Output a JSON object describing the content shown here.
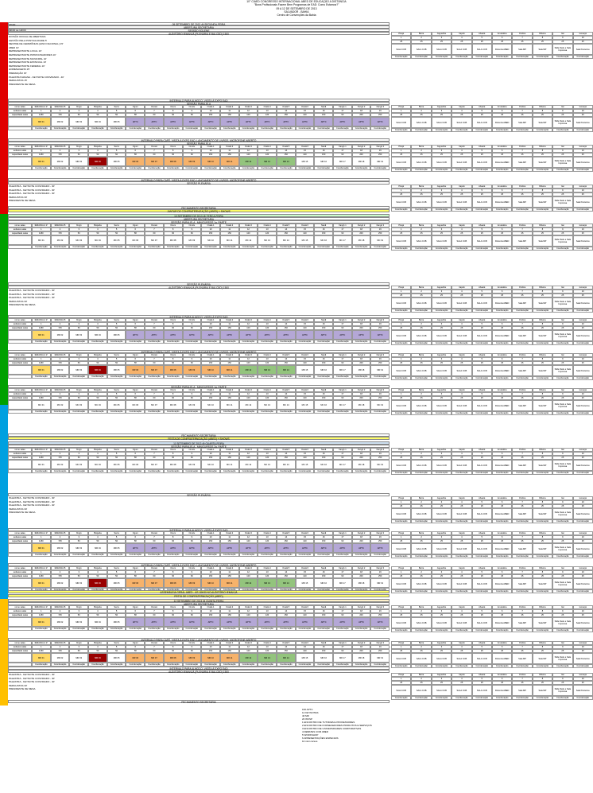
{
  "header": {
    "line1": "10° CIAED CONGRESSO INTERNACIONAL ABED DE EDUCAÇÃO A DISTÂNCIA",
    "line2": "\"Bons Profissionais Fazem Bem Programas de EAD: Como Estamos?\"",
    "line3": "09 A 12 DE SETEMBRO DE 2013",
    "line4": "SALVADOR - BAHIA",
    "line5": "Centro de Convenções da Bahia",
    "line6": "09 SETEMBRO DE 2013 @ SEGUNDA-FEIRA"
  },
  "day1": {
    "time_open": "07h00",
    "time_session": "09h00 às 12h00",
    "abertura": "ABERTURA SECRETARIA",
    "sessao_solene": "SESSÃO SOLENE",
    "aud1": "AUDITÓRIO IEMANJÁ (PLENÁRIA E BALCÃO) 1500",
    "plenary_lines": [
      "DIVISÃO OFICIAL DE ABERTURA",
      "GESTÃO PELA PONTUALIDADE 5'",
      "MESTRE DE CERIMÔNIAS (HINO NACIONAL) 15'",
      "ABED 10'",
      "REPRESENTANTE LOCAL 10'",
      "REPRESENTANTE PATROCINADORES 10'",
      "REPRESENTANTE MUNICIPAL 10'",
      "REPRESENTANTE ESTADUAL 10'",
      "REPRESENTANTE FEDERAL 10'",
      "HOMENAGENS 15'",
      "PREMIAÇÃO 15'",
      "PALESTRA MAGNA - KEYNOTE CONVIDADO - 40'",
      "PERGUNTAS 15'",
      "PRESIDENTE DE MESA"
    ],
    "interval1": "INTERVALO PARA ALMOÇO, VISITA À EXPO EAD",
    "sessao_paralela": "SESSÃO PARALELA",
    "interval2": "INTERVALO PARA CAFÉ, VISITA À EXPO EAD, LANÇAMENTO DE LIVROS, MICROFONE ABERTO",
    "plenaria2": "SESSÃO PLENÁRIA",
    "palestra": "PALESTRA - KEYNOTE CONVIDADO - 30'",
    "perguntas": "PERGUNTAS 30'",
    "presidente": "PRESIDENTE DE MESA",
    "fechamento": "FECHAMENTO SECRETARIA",
    "jantar": "JANTAR DE CONFRATERNIZAÇÃO (ABED) + SHOWS"
  },
  "day2": {
    "date": "10 SETEMBRO DE 2013 @ TERÇA-FEIRA",
    "sessao": "SESSÃO PARALELA - MINICURSOS 1a. PARTE",
    "festa": "FESTA DE CONFRATERNIZAÇÃO (ABED) + SHOWS"
  },
  "day3": {
    "date": "11 SETEMBRO DE 2013 @ QUARTA-FEIRA",
    "sessao": "SESSÃO PARALELA - MINICURSOS 2a. PARTE",
    "assembleia": "ASSEMBLEIA GERAL ABED - ÀS 18H30 NO AUDITÓRIO IEMANJÁ",
    "festa": "FESTA DE CONFRATERNIZAÇÃO (ABED)"
  },
  "day4": {
    "date": "12 SETEMBRO DE 2013 @ QUINTA-FEIRA"
  },
  "rooms": [
    "IEMANJÁ A 1º",
    "IEMANJÁ B",
    "Xingó",
    "Boipeba",
    "Serra",
    "Ogum",
    "Oxossi",
    "Oxum",
    "Omolu",
    "Oxalá 1",
    "Oxalá 2",
    "Oxalá 3",
    "Oxalá 4",
    "Oxalá 5",
    "Oxalá 6",
    "Nanã",
    "Xangô 1",
    "Xangô 2",
    "Xangô 3"
  ],
  "room_numbers": [
    "1",
    "2",
    "3",
    "4",
    "5",
    "6",
    "7",
    "8",
    "9",
    "10",
    "11",
    "12",
    "13",
    "14",
    "15",
    "16",
    "17",
    "18",
    "19"
  ],
  "capacity": [
    "1180",
    "725",
    "50",
    "50",
    "50",
    "58",
    "60",
    "60",
    "60",
    "150",
    "150",
    "120",
    "120",
    "150",
    "120",
    "150",
    "90",
    "200",
    "250"
  ],
  "row_labels": {
    "nome": "nome salas",
    "andar": "andares salas",
    "cap": "capacidade salas"
  },
  "session_cells": [
    "MR 01",
    "MR 02",
    "MR 03",
    "MR 04",
    "MR 05",
    "MR 06",
    "MR 07",
    "MR 08",
    "MR 09",
    "MR 10",
    "MR 11",
    "MR 12",
    "MR 13",
    "MR 14",
    "MR 15",
    "MR 16",
    "MR 17",
    "MR 18",
    "MR 19"
  ],
  "aptc": "APTC",
  "mc_cells": [
    "MC 01",
    "MC 02",
    "MC 03",
    "MC 04",
    "MC 05",
    "MC 06",
    "MC 07",
    "MC 08",
    "MC 09",
    "MC 10",
    "MC 11",
    "MC 12",
    "MC 13",
    "MC 14",
    "MC 15",
    "MC 16",
    "MC 17",
    "MC 18",
    "MC 19"
  ],
  "coord": "Coordenação",
  "right_rooms": [
    "Pirajá",
    "Barra",
    "Jaguaribe",
    "Itapuã",
    "Abaeté",
    "Amaralina",
    "Ondina",
    "Ribeira",
    "Itaí",
    "Iemanjá"
  ],
  "right_numbers": [
    "1",
    "2",
    "3",
    "4",
    "5",
    "6",
    "7",
    "8",
    "9",
    "10"
  ],
  "right_cap": [
    "25",
    "25",
    "25",
    "25",
    "25",
    "25",
    "25",
    "25",
    "25",
    "25"
  ],
  "right_cells": [
    "SALA CCB",
    "SALA CCB",
    "SALA CCB",
    "SALA CCB",
    "SALA CCB",
    "Diretoria ABED",
    "Sala MP",
    "Sala MP",
    "Slide Desk e Sala Imprensa",
    "Sala Parceiros"
  ],
  "footer": [
    "160 APTC",
    "12 KEYNOTES",
    "40 MR",
    "20 WKSP",
    "1 ENCONTRO DE TUTORES E PROFESSORES",
    "2 ENCONTRO DE FORNECEDORES PRODUTOS E SERVIÇOS",
    "3 ENCONTRO DE UNIVERSIDADES CORPORATIVAS",
    "4 DEBATES COM ABED",
    "5 WORKSHOP",
    "6 APRESENTAÇÕES ESPECIAIS",
    "10 mini cursos"
  ],
  "colors": {
    "day1": "#e00000",
    "day2": "#00a000",
    "day3": "#00a0e0",
    "day4": "#ffc000",
    "aptc": "#b4a7d6"
  }
}
